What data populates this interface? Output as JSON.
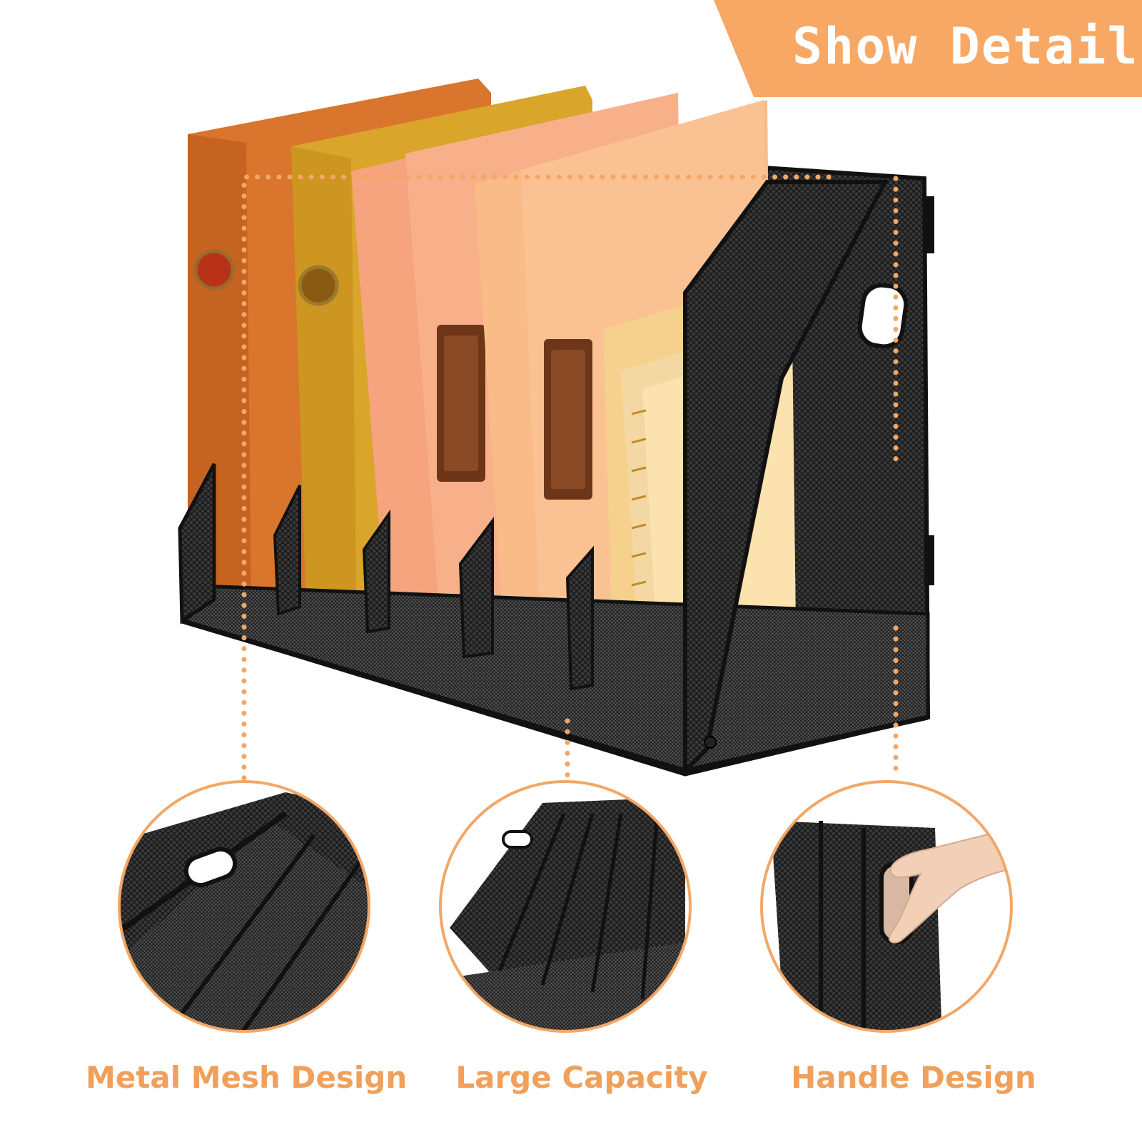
{
  "banner": {
    "label": "Show Details",
    "color": "#f8a865"
  },
  "features": [
    {
      "label": "Metal Mesh Design",
      "icon": "mesh-closeup-image"
    },
    {
      "label": "Large Capacity",
      "icon": "compartments-closeup-image"
    },
    {
      "label": "Handle Design",
      "icon": "handle-closeup-image"
    }
  ],
  "colors": {
    "accent": "#f0a05a",
    "mesh": "#2a2a2a",
    "folder_orange": "#d9752c",
    "folder_yellow": "#d9a52a",
    "folder_peach": "#f6a47e",
    "folder_light": "#f9bc88",
    "notebook": "#fbd89a"
  }
}
